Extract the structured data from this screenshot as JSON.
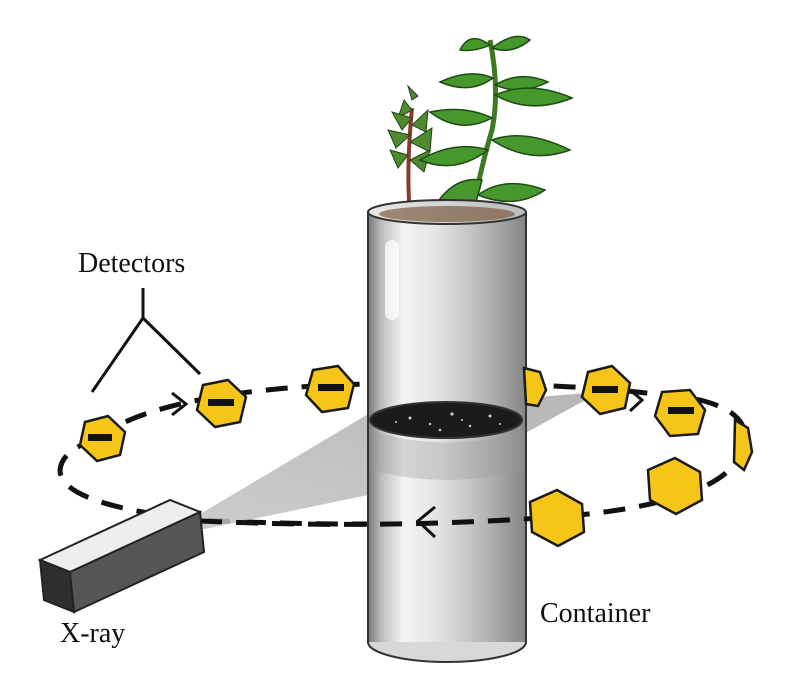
{
  "labels": {
    "detectors": "Detectors",
    "container": "Container",
    "xray": "X-ray"
  },
  "colors": {
    "detector_fill": "#f5c518",
    "detector_stroke": "#1a1a1a",
    "tube_light": "#f2f2f2",
    "tube_dark": "#8c8c8c",
    "beam": "#b3b3b3",
    "soil": "#1b1b1b",
    "leaf": "#3c8d23",
    "source_body": "#4a4a4a"
  },
  "icons": [
    "plant-icon",
    "detector-icon",
    "xray-source-icon",
    "arrow-icon"
  ]
}
